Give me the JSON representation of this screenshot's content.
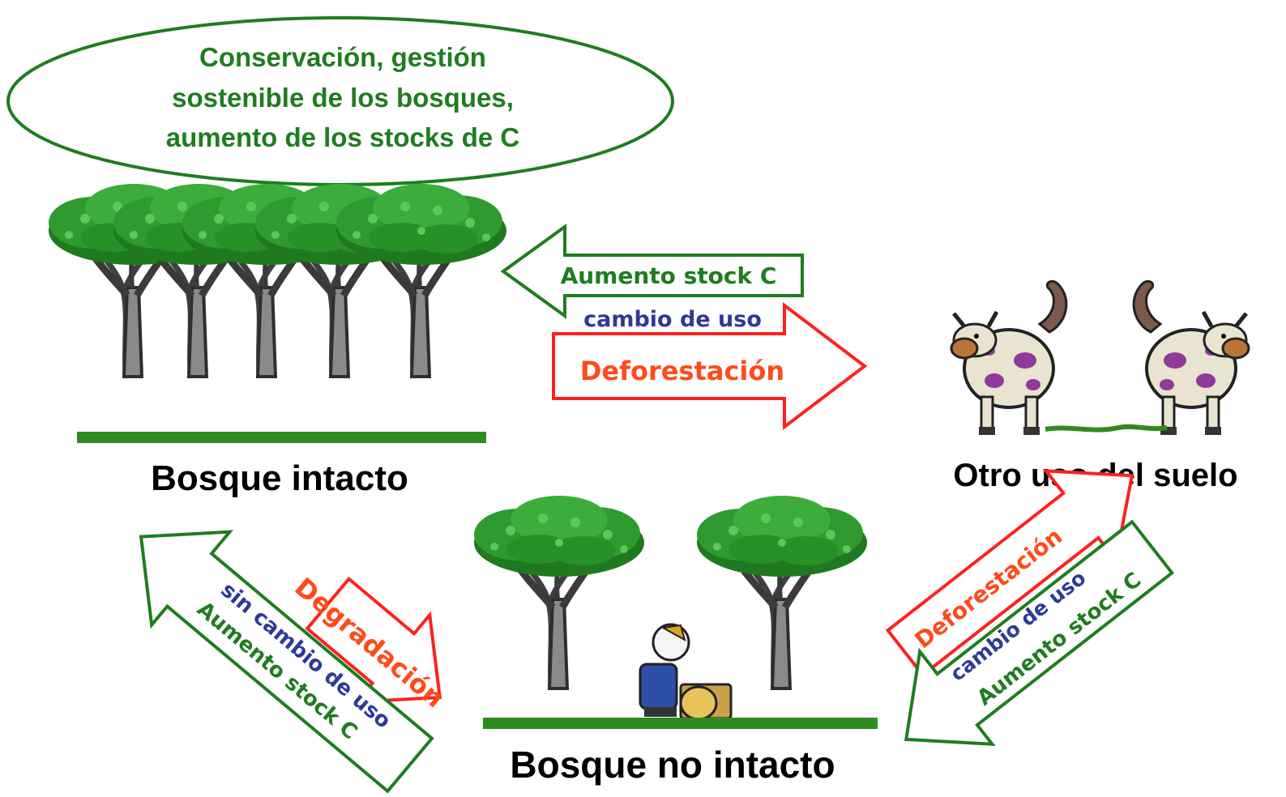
{
  "bubble": {
    "lines": [
      "Conservación, gestión",
      "sostenible de los bosques,",
      "aumento de los stocks de C"
    ]
  },
  "nodes": {
    "intact_forest": "Bosque intacto",
    "other_land_use": "Otro uso del suelo",
    "non_intact_forest": "Bosque no intacto"
  },
  "arrows": {
    "top": {
      "increase_label": "Aumento stock C",
      "change_label": "cambio de uso",
      "deforestation_label": "Deforestación"
    },
    "left": {
      "degradation_label": "Degradación",
      "no_change_label": "sin cambio de uso",
      "increase_label": "Aumento stock C"
    },
    "right": {
      "deforestation_label": "Deforestación",
      "change_label": "cambio de uso",
      "increase_label": "Aumento stock C"
    }
  },
  "colors": {
    "green": "#1e7d1e",
    "red": "#ff2020",
    "red_text": "#ff4a1a",
    "blue": "#2e3a99",
    "ground": "#2e8b1e",
    "foliage": "#2f9a2f",
    "trunk": "#4a4a4a"
  },
  "icons": {
    "trees": "tree-icon",
    "cows": "cow-icon",
    "worker": "logger-icon"
  }
}
